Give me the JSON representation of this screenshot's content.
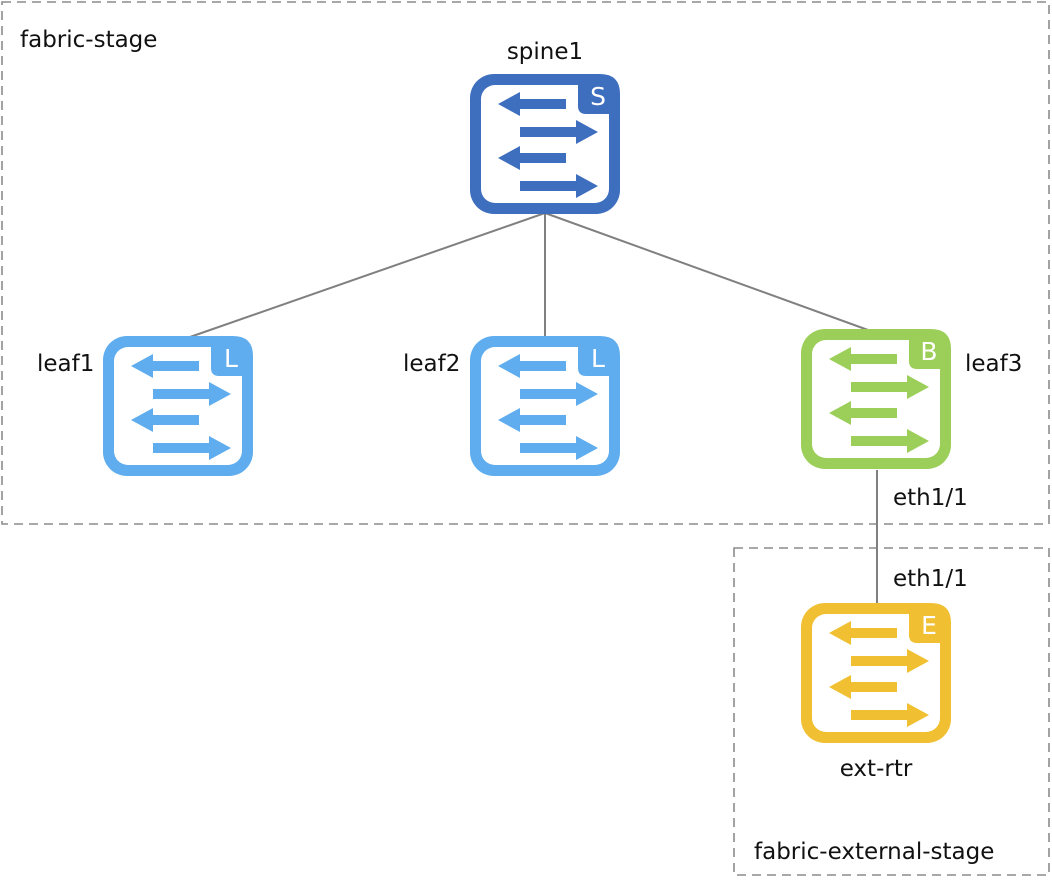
{
  "zones": [
    {
      "id": "fabric",
      "label": "fabric-stage"
    },
    {
      "id": "external",
      "label": "fabric-external-stage"
    }
  ],
  "nodes": [
    {
      "id": "spine1",
      "label": "spine1",
      "badge": "S",
      "color": "#3e6ebe",
      "icon": "switch-icon"
    },
    {
      "id": "leaf1",
      "label": "leaf1",
      "badge": "L",
      "color": "#5fadee",
      "icon": "switch-icon"
    },
    {
      "id": "leaf2",
      "label": "leaf2",
      "badge": "L",
      "color": "#5fadee",
      "icon": "switch-icon"
    },
    {
      "id": "leaf3",
      "label": "leaf3",
      "badge": "B",
      "color": "#9ccf5a",
      "icon": "switch-icon"
    },
    {
      "id": "ext_rtr",
      "label": "ext-rtr",
      "badge": "E",
      "color": "#f0c032",
      "icon": "switch-icon"
    }
  ],
  "links": [
    {
      "from": "spine1",
      "to": "leaf1"
    },
    {
      "from": "spine1",
      "to": "leaf2"
    },
    {
      "from": "spine1",
      "to": "leaf3"
    },
    {
      "from": "leaf3",
      "to": "ext_rtr",
      "from_port": "eth1/1",
      "to_port": "eth1/1"
    }
  ]
}
